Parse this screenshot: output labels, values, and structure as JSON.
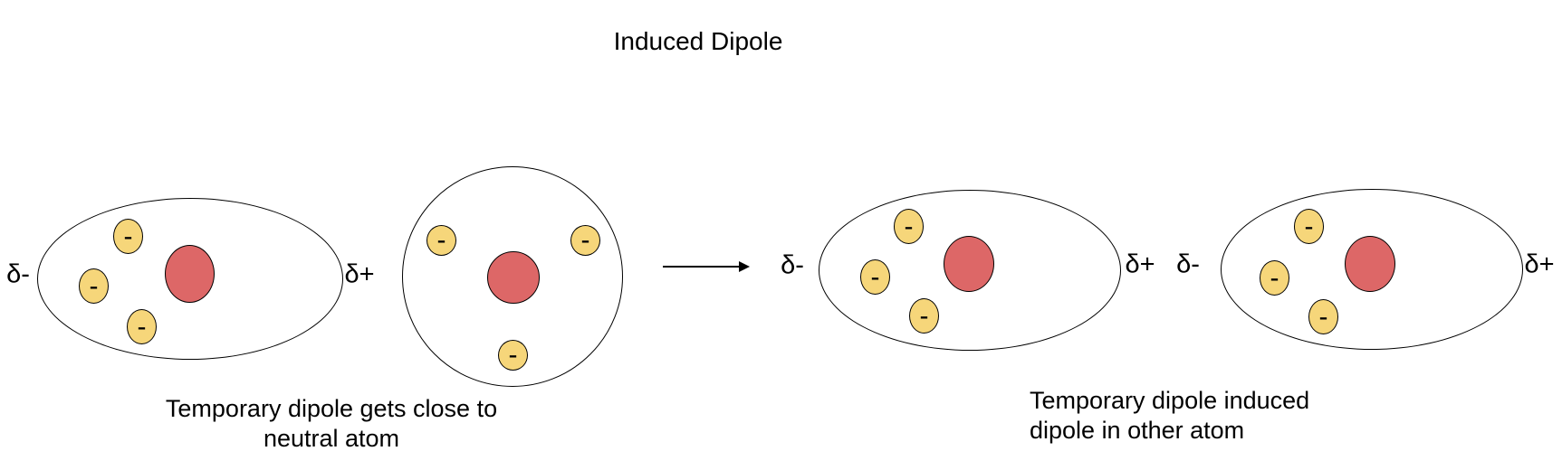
{
  "title": "Induced Dipole",
  "colors": {
    "nucleus_fill": "#DD6767",
    "electron_fill": "#F6D67A",
    "outline": "#000000",
    "diagram_background": "#FFFFFF",
    "text_color": "#000000"
  },
  "symbols": {
    "electron_charge": "-"
  },
  "atoms": [
    {
      "id": "temporary-dipole-atom",
      "kind": "dipole-ellipse",
      "left_charge": "δ-",
      "right_charge": "δ+",
      "electron_count": 3
    },
    {
      "id": "neutral-atom",
      "kind": "neutral-circle",
      "electron_count": 3
    },
    {
      "id": "induced-dipole-atom-left",
      "kind": "dipole-ellipse",
      "left_charge": "δ-",
      "right_charge": "δ+",
      "electron_count": 3
    },
    {
      "id": "induced-dipole-atom-right",
      "kind": "dipole-ellipse",
      "left_charge": "δ-",
      "right_charge": "δ+",
      "electron_count": 3
    }
  ],
  "captions": {
    "left_line1": "Temporary dipole gets close to",
    "left_line2": "neutral atom",
    "right_line1": "Temporary dipole induced",
    "right_line2": "dipole in other atom"
  }
}
